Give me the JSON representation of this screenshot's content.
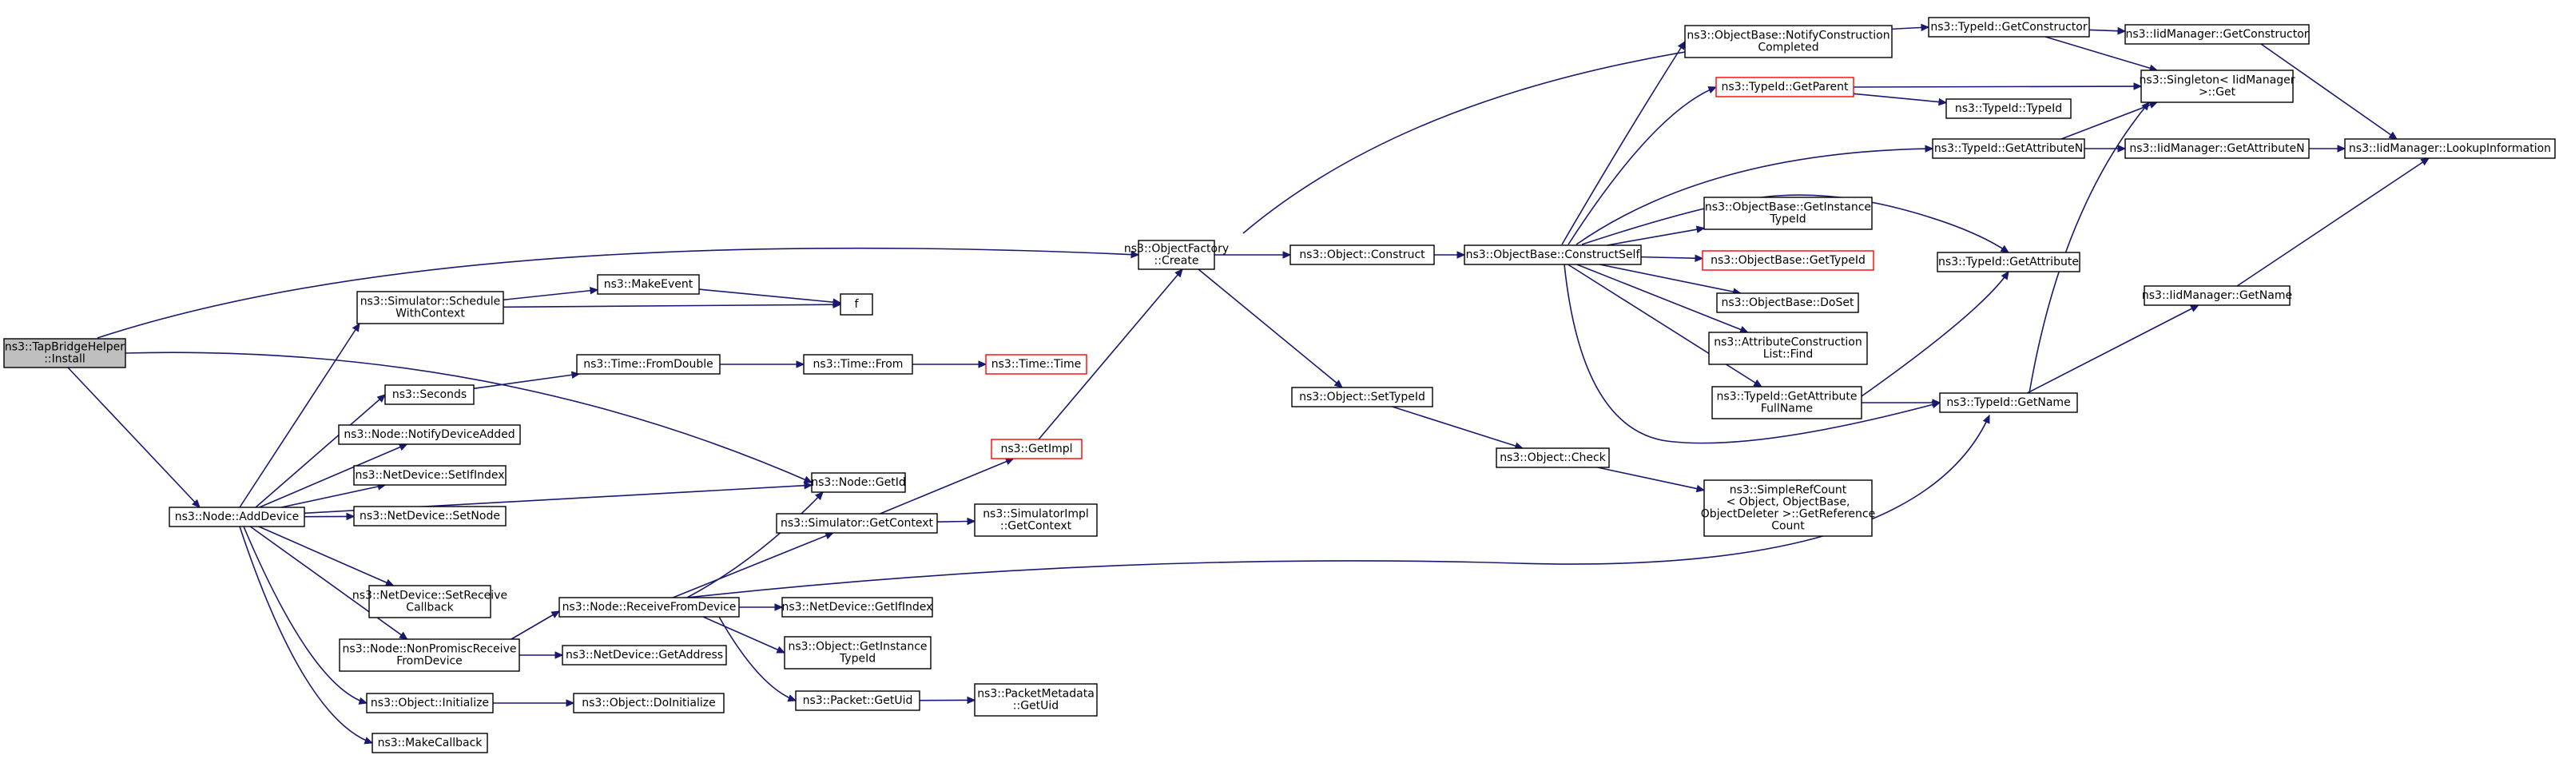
{
  "diagram": {
    "title": "",
    "nodes": [
      {
        "id": "install",
        "lines": [
          "ns3::TapBridgeHelper",
          "::Install"
        ],
        "style": "root"
      },
      {
        "id": "ofcreate",
        "lines": [
          "ns3::ObjectFactory",
          "::Create"
        ],
        "style": "normal"
      },
      {
        "id": "nodegetid",
        "lines": [
          "ns3::Node::GetId"
        ],
        "style": "normal"
      },
      {
        "id": "adddevice",
        "lines": [
          "ns3::Node::AddDevice"
        ],
        "style": "normal"
      },
      {
        "id": "schedctx",
        "lines": [
          "ns3::Simulator::Schedule",
          "WithContext"
        ],
        "style": "normal"
      },
      {
        "id": "seconds",
        "lines": [
          "ns3::Seconds"
        ],
        "style": "normal"
      },
      {
        "id": "notifydev",
        "lines": [
          "ns3::Node::NotifyDeviceAdded"
        ],
        "style": "normal"
      },
      {
        "id": "setifindex",
        "lines": [
          "ns3::NetDevice::SetIfIndex"
        ],
        "style": "normal"
      },
      {
        "id": "setnode",
        "lines": [
          "ns3::NetDevice::SetNode"
        ],
        "style": "normal"
      },
      {
        "id": "setrecv",
        "lines": [
          "ns3::NetDevice::SetReceive",
          "Callback"
        ],
        "style": "normal"
      },
      {
        "id": "nonpromisc",
        "lines": [
          "ns3::Node::NonPromiscReceive",
          "FromDevice"
        ],
        "style": "normal"
      },
      {
        "id": "objinit",
        "lines": [
          "ns3::Object::Initialize"
        ],
        "style": "normal"
      },
      {
        "id": "makecb",
        "lines": [
          "ns3::MakeCallback"
        ],
        "style": "normal"
      },
      {
        "id": "makeevent",
        "lines": [
          "ns3::MakeEvent"
        ],
        "style": "normal"
      },
      {
        "id": "f",
        "lines": [
          "f"
        ],
        "style": "normal"
      },
      {
        "id": "fromdouble",
        "lines": [
          "ns3::Time::FromDouble"
        ],
        "style": "normal"
      },
      {
        "id": "timefrom",
        "lines": [
          "ns3::Time::From"
        ],
        "style": "normal"
      },
      {
        "id": "timetime",
        "lines": [
          "ns3::Time::Time"
        ],
        "style": "missing"
      },
      {
        "id": "simgetctx",
        "lines": [
          "ns3::Simulator::GetContext"
        ],
        "style": "normal"
      },
      {
        "id": "getimpl",
        "lines": [
          "ns3::GetImpl"
        ],
        "style": "missing"
      },
      {
        "id": "implgetctx",
        "lines": [
          "ns3::SimulatorImpl",
          "::GetContext"
        ],
        "style": "normal"
      },
      {
        "id": "recvfromdev",
        "lines": [
          "ns3::Node::ReceiveFromDevice"
        ],
        "style": "normal"
      },
      {
        "id": "getifindex",
        "lines": [
          "ns3::NetDevice::GetIfIndex"
        ],
        "style": "normal"
      },
      {
        "id": "getaddress",
        "lines": [
          "ns3::NetDevice::GetAddress"
        ],
        "style": "normal"
      },
      {
        "id": "doinit",
        "lines": [
          "ns3::Object::DoInitialize"
        ],
        "style": "normal"
      },
      {
        "id": "getinsttid",
        "lines": [
          "ns3::Object::GetInstance",
          "TypeId"
        ],
        "style": "normal"
      },
      {
        "id": "pktuid",
        "lines": [
          "ns3::Packet::GetUid"
        ],
        "style": "normal"
      },
      {
        "id": "pmuid",
        "lines": [
          "ns3::PacketMetadata",
          "::GetUid"
        ],
        "style": "normal"
      },
      {
        "id": "objconstruct",
        "lines": [
          "ns3::Object::Construct"
        ],
        "style": "normal"
      },
      {
        "id": "settypeid",
        "lines": [
          "ns3::Object::SetTypeId"
        ],
        "style": "normal"
      },
      {
        "id": "constructself",
        "lines": [
          "ns3::ObjectBase::ConstructSelf"
        ],
        "style": "normal"
      },
      {
        "id": "objcheck",
        "lines": [
          "ns3::Object::Check"
        ],
        "style": "normal"
      },
      {
        "id": "refcount",
        "lines": [
          "ns3::SimpleRefCount",
          "< Object, ObjectBase,",
          "ObjectDeleter >::GetReference",
          "Count"
        ],
        "style": "normal"
      },
      {
        "id": "notifyconst",
        "lines": [
          "ns3::ObjectBase::NotifyConstruction",
          "Completed"
        ],
        "style": "normal"
      },
      {
        "id": "getparent",
        "lines": [
          "ns3::TypeId::GetParent"
        ],
        "style": "missing"
      },
      {
        "id": "obgetinst",
        "lines": [
          "ns3::ObjectBase::GetInstance",
          "TypeId"
        ],
        "style": "normal"
      },
      {
        "id": "obgettid",
        "lines": [
          "ns3::ObjectBase::GetTypeId"
        ],
        "style": "missing"
      },
      {
        "id": "doset",
        "lines": [
          "ns3::ObjectBase::DoSet"
        ],
        "style": "normal"
      },
      {
        "id": "acfind",
        "lines": [
          "ns3::AttributeConstruction",
          "List::Find"
        ],
        "style": "normal"
      },
      {
        "id": "getattrfull",
        "lines": [
          "ns3::TypeId::GetAttribute",
          "FullName"
        ],
        "style": "normal"
      },
      {
        "id": "getconstructor",
        "lines": [
          "ns3::TypeId::GetConstructor"
        ],
        "style": "normal"
      },
      {
        "id": "typeidtypeid",
        "lines": [
          "ns3::TypeId::TypeId"
        ],
        "style": "normal"
      },
      {
        "id": "getattrn",
        "lines": [
          "ns3::TypeId::GetAttributeN"
        ],
        "style": "normal"
      },
      {
        "id": "getattr",
        "lines": [
          "ns3::TypeId::GetAttribute"
        ],
        "style": "normal"
      },
      {
        "id": "getname",
        "lines": [
          "ns3::TypeId::GetName"
        ],
        "style": "normal"
      },
      {
        "id": "iidgetctor",
        "lines": [
          "ns3::IidManager::GetConstructor"
        ],
        "style": "normal"
      },
      {
        "id": "singleton",
        "lines": [
          "ns3::Singleton< IidManager",
          ">::Get"
        ],
        "style": "normal"
      },
      {
        "id": "iidgetattrn",
        "lines": [
          "ns3::IidManager::GetAttributeN"
        ],
        "style": "normal"
      },
      {
        "id": "iidgetname",
        "lines": [
          "ns3::IidManager::GetName"
        ],
        "style": "normal"
      },
      {
        "id": "lookup",
        "lines": [
          "ns3::IidManager::LookupInformation"
        ],
        "style": "normal"
      }
    ],
    "edges": [
      [
        "install",
        "ofcreate"
      ],
      [
        "install",
        "nodegetid"
      ],
      [
        "install",
        "adddevice"
      ],
      [
        "adddevice",
        "schedctx"
      ],
      [
        "adddevice",
        "seconds"
      ],
      [
        "adddevice",
        "notifydev"
      ],
      [
        "adddevice",
        "setifindex"
      ],
      [
        "adddevice",
        "setnode"
      ],
      [
        "adddevice",
        "nodegetid"
      ],
      [
        "adddevice",
        "setrecv"
      ],
      [
        "adddevice",
        "nonpromisc"
      ],
      [
        "adddevice",
        "objinit"
      ],
      [
        "adddevice",
        "makecb"
      ],
      [
        "schedctx",
        "makeevent"
      ],
      [
        "schedctx",
        "f"
      ],
      [
        "makeevent",
        "f"
      ],
      [
        "seconds",
        "fromdouble"
      ],
      [
        "fromdouble",
        "timefrom"
      ],
      [
        "timefrom",
        "timetime"
      ],
      [
        "nonpromisc",
        "recvfromdev"
      ],
      [
        "nonpromisc",
        "getaddress"
      ],
      [
        "objinit",
        "doinit"
      ],
      [
        "recvfromdev",
        "nodegetid"
      ],
      [
        "recvfromdev",
        "simgetctx"
      ],
      [
        "recvfromdev",
        "getname"
      ],
      [
        "recvfromdev",
        "getifindex"
      ],
      [
        "recvfromdev",
        "getinsttid"
      ],
      [
        "recvfromdev",
        "pktuid"
      ],
      [
        "simgetctx",
        "getimpl"
      ],
      [
        "simgetctx",
        "implgetctx"
      ],
      [
        "getimpl",
        "ofcreate"
      ],
      [
        "pktuid",
        "pmuid"
      ],
      [
        "ofcreate",
        "getconstructor"
      ],
      [
        "ofcreate",
        "objconstruct"
      ],
      [
        "ofcreate",
        "settypeid"
      ],
      [
        "objconstruct",
        "constructself"
      ],
      [
        "settypeid",
        "objcheck"
      ],
      [
        "objcheck",
        "refcount"
      ],
      [
        "constructself",
        "notifyconst"
      ],
      [
        "constructself",
        "getparent"
      ],
      [
        "constructself",
        "getattrn"
      ],
      [
        "constructself",
        "getattr"
      ],
      [
        "constructself",
        "obgetinst"
      ],
      [
        "constructself",
        "obgettid"
      ],
      [
        "constructself",
        "doset"
      ],
      [
        "constructself",
        "acfind"
      ],
      [
        "constructself",
        "getattrfull"
      ],
      [
        "constructself",
        "getname"
      ],
      [
        "getparent",
        "singleton"
      ],
      [
        "getparent",
        "typeidtypeid"
      ],
      [
        "getattrfull",
        "getattr"
      ],
      [
        "getattrfull",
        "getname"
      ],
      [
        "getconstructor",
        "iidgetctor"
      ],
      [
        "getconstructor",
        "singleton"
      ],
      [
        "getattrn",
        "singleton"
      ],
      [
        "getattrn",
        "iidgetattrn"
      ],
      [
        "getname",
        "singleton"
      ],
      [
        "getname",
        "iidgetname"
      ],
      [
        "iidgetctor",
        "lookup"
      ],
      [
        "iidgetattrn",
        "lookup"
      ],
      [
        "iidgetname",
        "lookup"
      ]
    ]
  },
  "colors": {
    "edge": "#191970",
    "node_border": "#000000",
    "missing_border": "#ff0000",
    "root_fill": "#bfbfbf"
  }
}
